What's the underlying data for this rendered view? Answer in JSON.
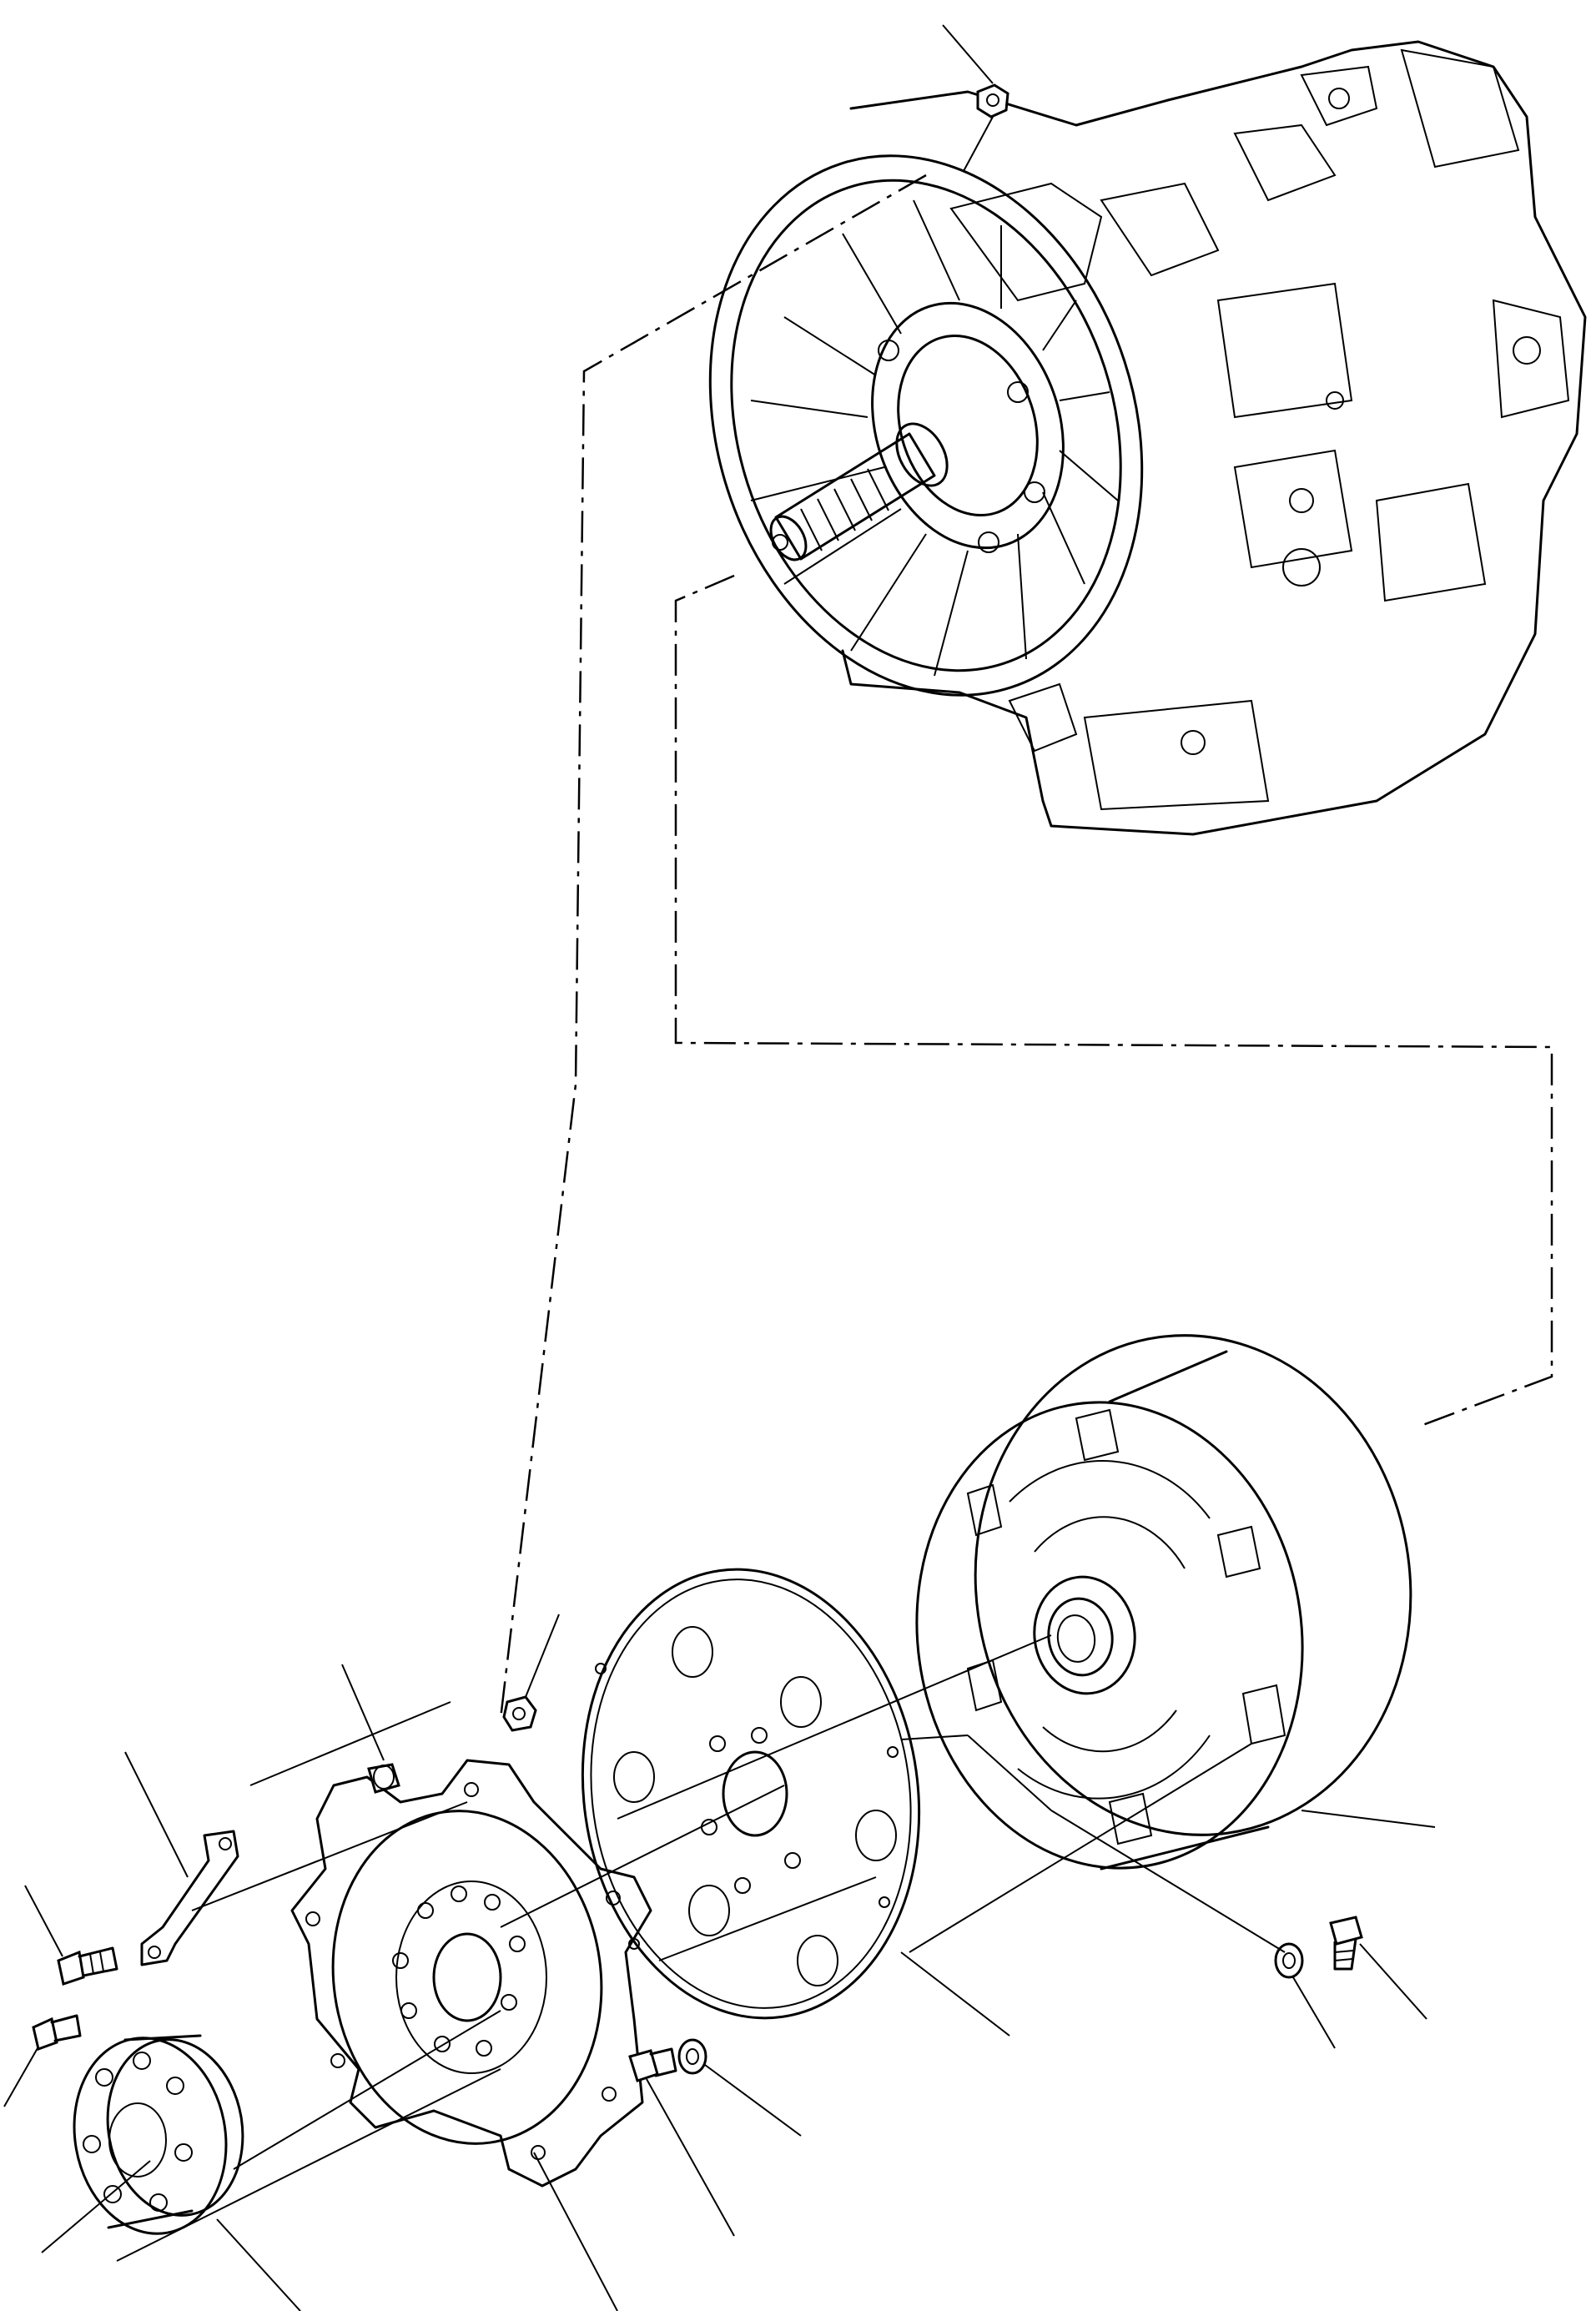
{
  "figure": {
    "kind": "exploded-parts-diagram",
    "components": [
      "transmission-housing",
      "input-shaft",
      "torque-converter",
      "flex-plate",
      "drive-plate",
      "adapter-hub",
      "bracket",
      "bolts",
      "washers",
      "nuts",
      "spacers"
    ],
    "callout_labels": []
  }
}
